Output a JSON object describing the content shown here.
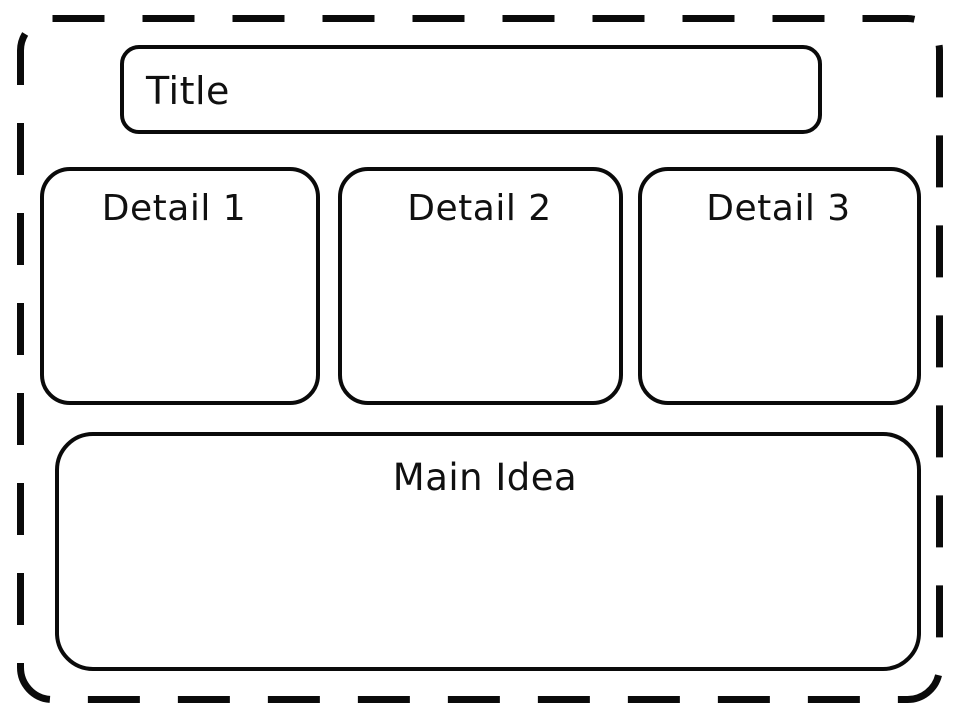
{
  "page": {
    "kind": "graphic-organizer-worksheet",
    "background_color": "#ffffff",
    "ink_color": "#0a0a0a"
  },
  "frame": {
    "name": "dashed-outer-border",
    "style": "dashed",
    "color": "#0a0a0a"
  },
  "title_box": {
    "label": "Title",
    "align": "left"
  },
  "details": [
    {
      "label": "Detail 1"
    },
    {
      "label": "Detail 2"
    },
    {
      "label": "Detail 3"
    }
  ],
  "main_idea_box": {
    "label": "Main Idea",
    "align": "center"
  }
}
